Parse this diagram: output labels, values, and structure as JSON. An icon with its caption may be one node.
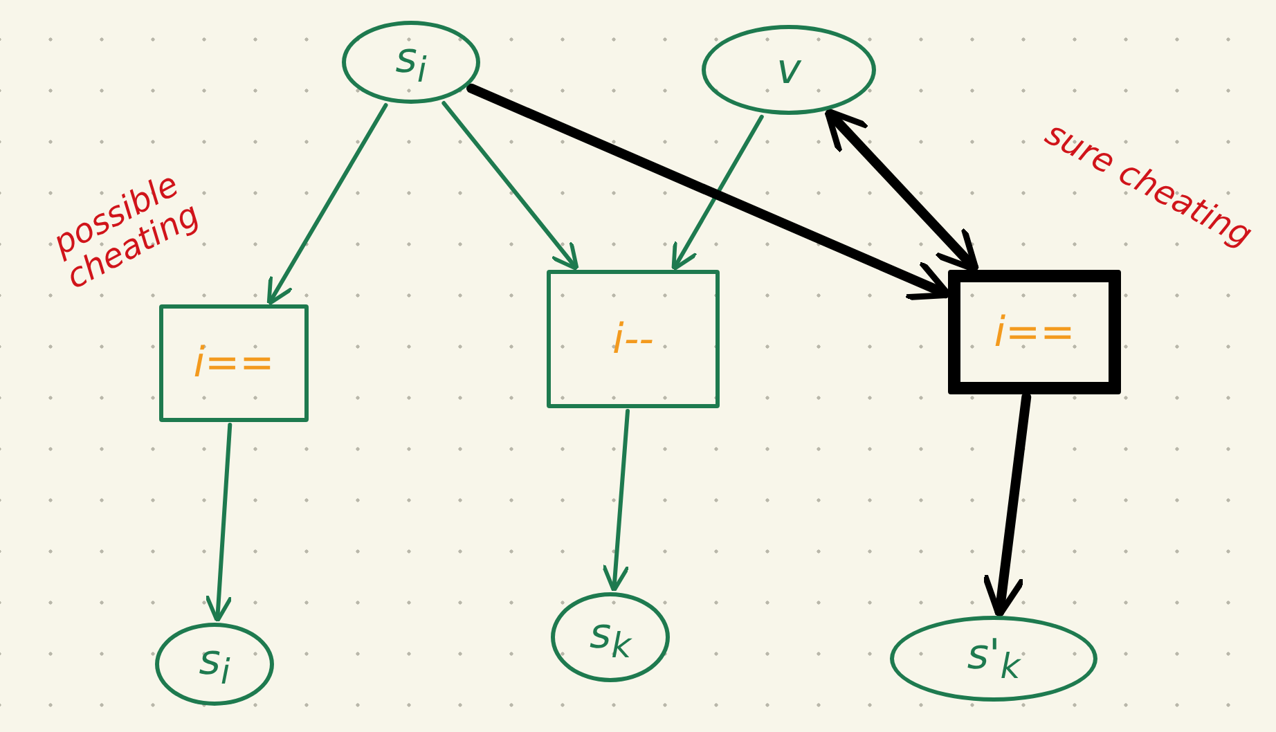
{
  "diagram": {
    "nodes": [
      {
        "text": [
          "s$_{i}$"
        ]
      },
      {
        "text": [
          "v"
        ]
      },
      {
        "text": [
          "i=="
        ]
      },
      {
        "text": [
          "i--"
        ]
      },
      {
        "text": [
          "i=="
        ]
      },
      {
        "text": [
          "s$_{i}$"
        ]
      },
      {
        "text": [
          "s$_{k}$"
        ]
      },
      {
        "text": [
          "s'$_{k}$"
        ]
      }
    ],
    "edges": [
      {
        "from": 0,
        "to": 2,
        "arrow": "to"
      },
      {
        "from": 0,
        "to": 3,
        "arrow": "to"
      },
      {
        "from": 1,
        "to": 3,
        "arrow": "to"
      },
      {
        "from": 0,
        "to": 4,
        "arrow": "to",
        "style": "thick",
        "color": "#000000"
      },
      {
        "from": 1,
        "to": 4,
        "arrow": "both",
        "style": "thick",
        "color": "#000000"
      },
      {
        "from": 2,
        "to": 5,
        "arrow": "to"
      },
      {
        "from": 3,
        "to": 6,
        "arrow": "to"
      },
      {
        "from": 4,
        "to": 7,
        "arrow": "to",
        "style": "thick",
        "color": "#000000"
      }
    ],
    "labels": [
      "possible cheating",
      "sure cheating"
    ]
  }
}
